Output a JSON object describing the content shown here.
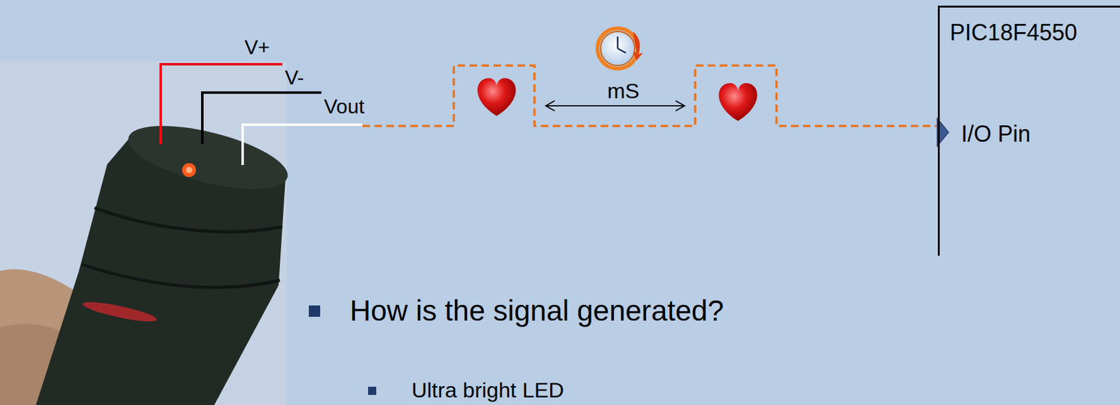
{
  "diagram": {
    "nodes": [
      {
        "text": [
          "PIC18F4550",
          "I/O Pin"
        ]
      }
    ],
    "labels": [
      "V+",
      "V-",
      "Vout",
      "mS",
      "How is the signal generated?",
      "Ultra bright LED"
    ]
  }
}
